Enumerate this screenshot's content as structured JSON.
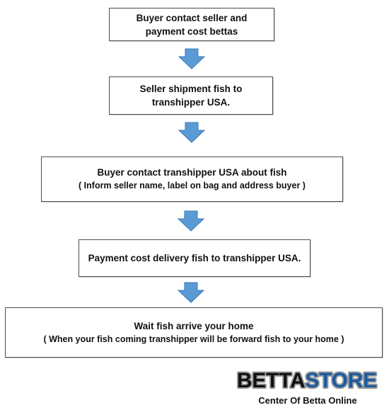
{
  "steps": [
    {
      "lines": [
        "Buyer contact seller and",
        "payment cost bettas"
      ]
    },
    {
      "lines": [
        "Seller shipment fish to",
        "transhipper USA."
      ]
    },
    {
      "lines": [
        "Buyer contact transhipper USA about fish"
      ],
      "sub": "( Inform seller name, label on bag and address buyer )"
    },
    {
      "lines": [
        "Payment cost delivery fish to transhipper USA."
      ]
    },
    {
      "lines": [
        "Wait fish arrive your home"
      ],
      "sub": "( When your fish coming transhipper will be forward fish to your home )"
    }
  ],
  "arrow_color": "#5b9bd5",
  "logo": {
    "part1": "BETTA",
    "part2": "STORE",
    "tagline": "Center Of Betta Online"
  }
}
